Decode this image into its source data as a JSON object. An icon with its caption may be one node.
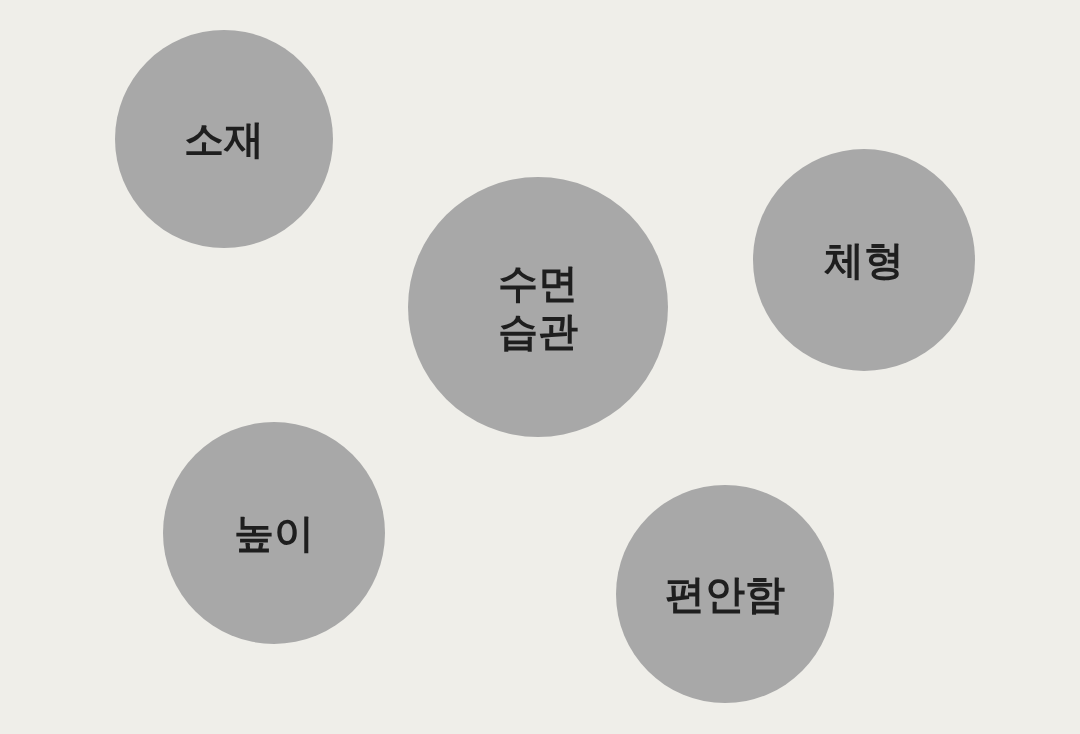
{
  "diagram": {
    "nodes": [
      {
        "text": [
          "소재"
        ]
      },
      {
        "text": [
          "수면 습관"
        ]
      },
      {
        "text": [
          "체형"
        ]
      },
      {
        "text": [
          "높이"
        ]
      },
      {
        "text": [
          "편안함"
        ]
      }
    ]
  }
}
